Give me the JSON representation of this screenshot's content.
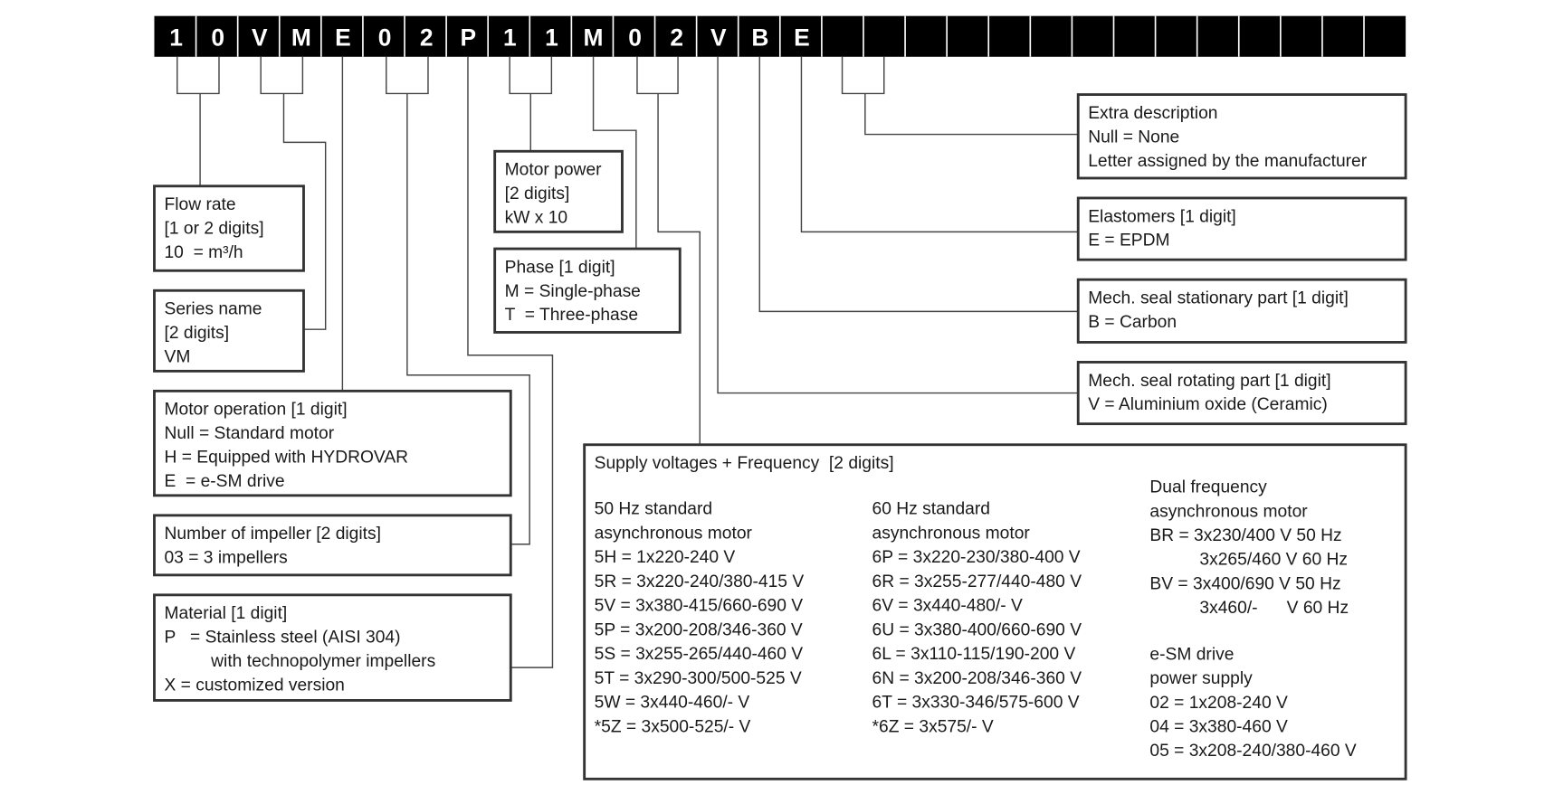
{
  "code": [
    "1",
    "0",
    "V",
    "M",
    "E",
    "0",
    "2",
    "P",
    "1",
    "1",
    "M",
    "0",
    "2",
    "V",
    "B",
    "E",
    "",
    "",
    "",
    "",
    "",
    "",
    "",
    "",
    "",
    "",
    "",
    "",
    "",
    ""
  ],
  "boxes": {
    "flow_rate": {
      "title": "Flow rate",
      "lines": [
        "[1 or 2 digits]",
        "10  = m³/h"
      ]
    },
    "series_name": {
      "title": "Series name",
      "lines": [
        "[2 digits]",
        "VM"
      ]
    },
    "motor_operation": {
      "title": "Motor operation [1 digit]",
      "lines": [
        "Null = Standard motor",
        "H = Equipped with HYDROVAR",
        "E  = e-SM drive"
      ]
    },
    "number_of_impeller": {
      "title": "Number of impeller [2 digits]",
      "lines": [
        "03 = 3 impellers"
      ]
    },
    "material": {
      "title": "Material [1 digit]",
      "lines": [
        "P   = Stainless steel (AISI 304)",
        "with technopolymer impellers",
        "X = customized version"
      ]
    },
    "motor_power": {
      "title": "Motor power",
      "lines": [
        "[2 digits]",
        "kW x 10"
      ]
    },
    "phase": {
      "title": "Phase [1 digit]",
      "lines": [
        "M = Single-phase",
        "T  = Three-phase"
      ]
    },
    "extra_description": {
      "title": "Extra description",
      "lines": [
        "Null = None",
        "Letter assigned by the manufacturer"
      ]
    },
    "elastomers": {
      "title": "Elastomers [1 digit]",
      "lines": [
        "E = EPDM"
      ]
    },
    "seal_stationary": {
      "title": "Mech. seal stationary part [1 digit]",
      "lines": [
        "B = Carbon"
      ]
    },
    "seal_rotating": {
      "title": "Mech. seal rotating part [1 digit]",
      "lines": [
        "V = Aluminium oxide (Ceramic)"
      ]
    }
  },
  "supply": {
    "title": "Supply voltages + Frequency  [2 digits]",
    "col50": {
      "heading": [
        "50 Hz standard",
        "asynchronous motor"
      ],
      "lines": [
        "5H = 1x220-240 V",
        "5R = 3x220-240/380-415 V",
        "5V = 3x380-415/660-690 V",
        "5P = 3x200-208/346-360 V",
        "5S = 3x255-265/440-460 V",
        "5T = 3x290-300/500-525 V",
        "5W = 3x440-460/- V",
        "*5Z = 3x500-525/- V"
      ]
    },
    "col60": {
      "heading": [
        "60 Hz standard",
        "asynchronous motor"
      ],
      "lines": [
        "6P = 3x220-230/380-400 V",
        "6R = 3x255-277/440-480 V",
        "6V = 3x440-480/- V",
        "6U = 3x380-400/660-690 V",
        "6L = 3x110-115/190-200 V",
        "6N = 3x200-208/346-360 V",
        "6T = 3x330-346/575-600 V",
        "*6Z = 3x575/- V"
      ]
    },
    "dual": {
      "heading": [
        "Dual frequency",
        "asynchronous motor"
      ],
      "lines": [
        "BR = 3x230/400 V 50 Hz",
        "3x265/460 V 60 Hz",
        "BV = 3x400/690 V 50 Hz",
        "3x460/-      V 60 Hz"
      ]
    },
    "esm": {
      "heading": [
        "e-SM drive",
        "power supply"
      ],
      "lines": [
        "02 = 1x208-240 V",
        "04 = 3x380-460 V",
        "05 = 3x208-240/380-460 V"
      ]
    }
  }
}
